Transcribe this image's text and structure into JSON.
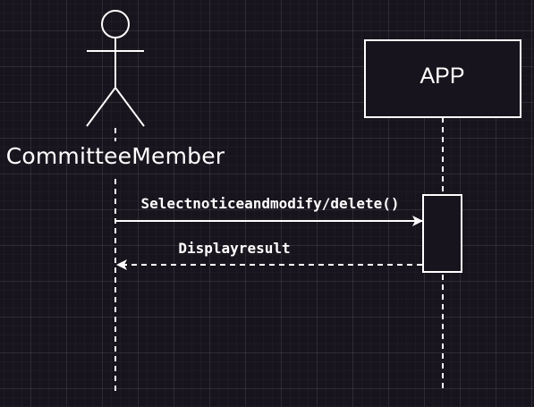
{
  "diagram": {
    "participants": [
      {
        "id": "committee-member",
        "kind": "actor",
        "label": "CommitteeMember"
      },
      {
        "id": "app",
        "kind": "box",
        "label": "APP"
      }
    ],
    "messages": [
      {
        "from": "committee-member",
        "to": "app",
        "style": "solid",
        "label": "Selectnoticeandmodify/delete()"
      },
      {
        "from": "app",
        "to": "committee-member",
        "style": "dashed",
        "label": "Displayresult"
      }
    ]
  }
}
